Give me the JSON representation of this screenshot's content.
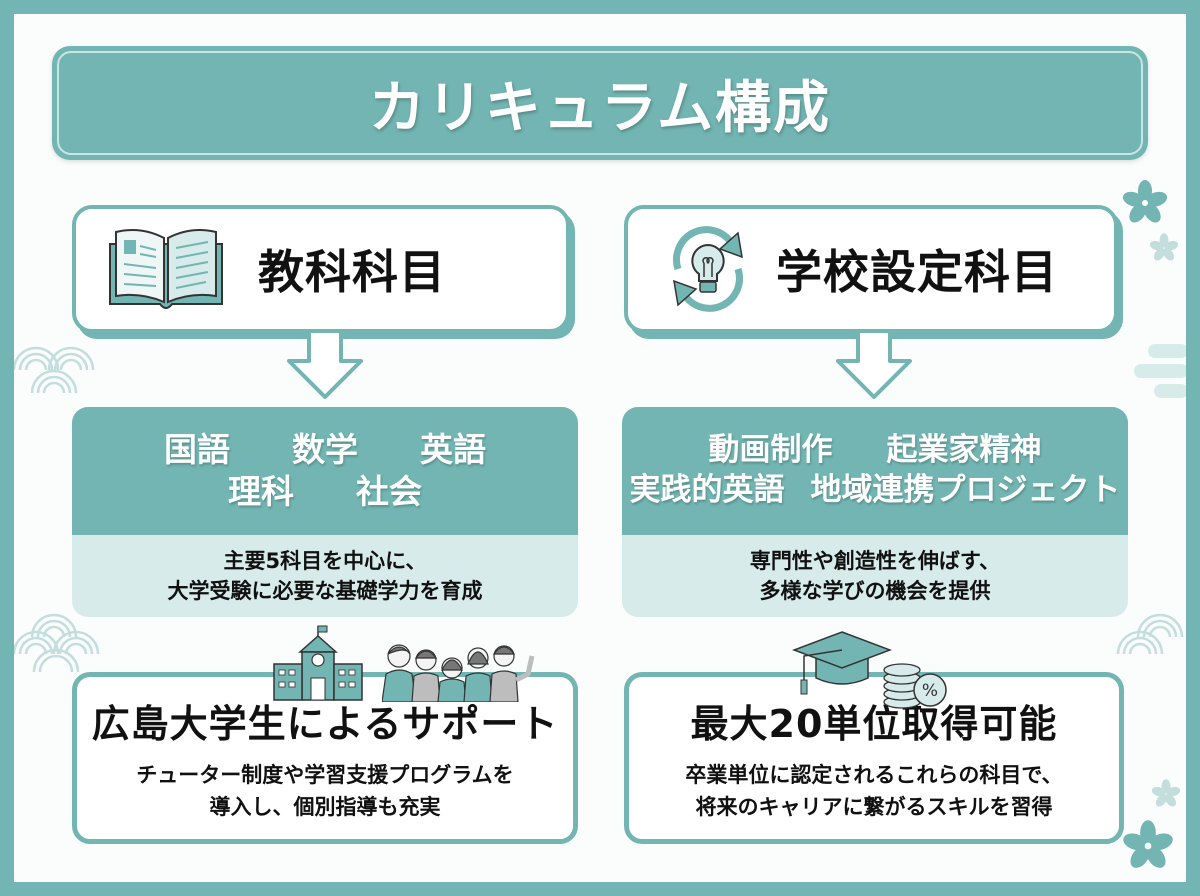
{
  "header": {
    "title": "カリキュラム構成"
  },
  "colors": {
    "teal": "#72b5b2",
    "teal_light": "#d6ebea",
    "text": "#111111",
    "white": "#ffffff"
  },
  "left": {
    "heading": "教科科目",
    "icon": "open-book-icon",
    "subjects_row1": [
      "国語",
      "数学",
      "英語"
    ],
    "subjects_row2": [
      "理科",
      "社会"
    ],
    "description": [
      "主要5科目を中心に、",
      "大学受験に必要な基礎学力を育成"
    ],
    "support": {
      "icons": [
        "school-building-icon",
        "students-group-icon"
      ],
      "title": "広島大学生によるサポート",
      "description": [
        "チューター制度や学習支援プログラムを",
        "導入し、個別指導も充実"
      ]
    }
  },
  "right": {
    "heading": "学校設定科目",
    "icon": "lightbulb-cycle-icon",
    "subjects_row1": [
      "動画制作",
      "起業家精神"
    ],
    "subjects_row2": [
      "実践的英語",
      "地域連携プロジェクト"
    ],
    "description": [
      "専門性や創造性を伸ばす、",
      "多様な学びの機会を提供"
    ],
    "credits": {
      "icons": [
        "graduation-cap-icon",
        "coin-stack-percent-icon"
      ],
      "title": "最大20単位取得可能",
      "description": [
        "卒業単位に認定されるこれらの科目で、",
        "将来のキャリアに繋がるスキルを習得"
      ]
    }
  }
}
